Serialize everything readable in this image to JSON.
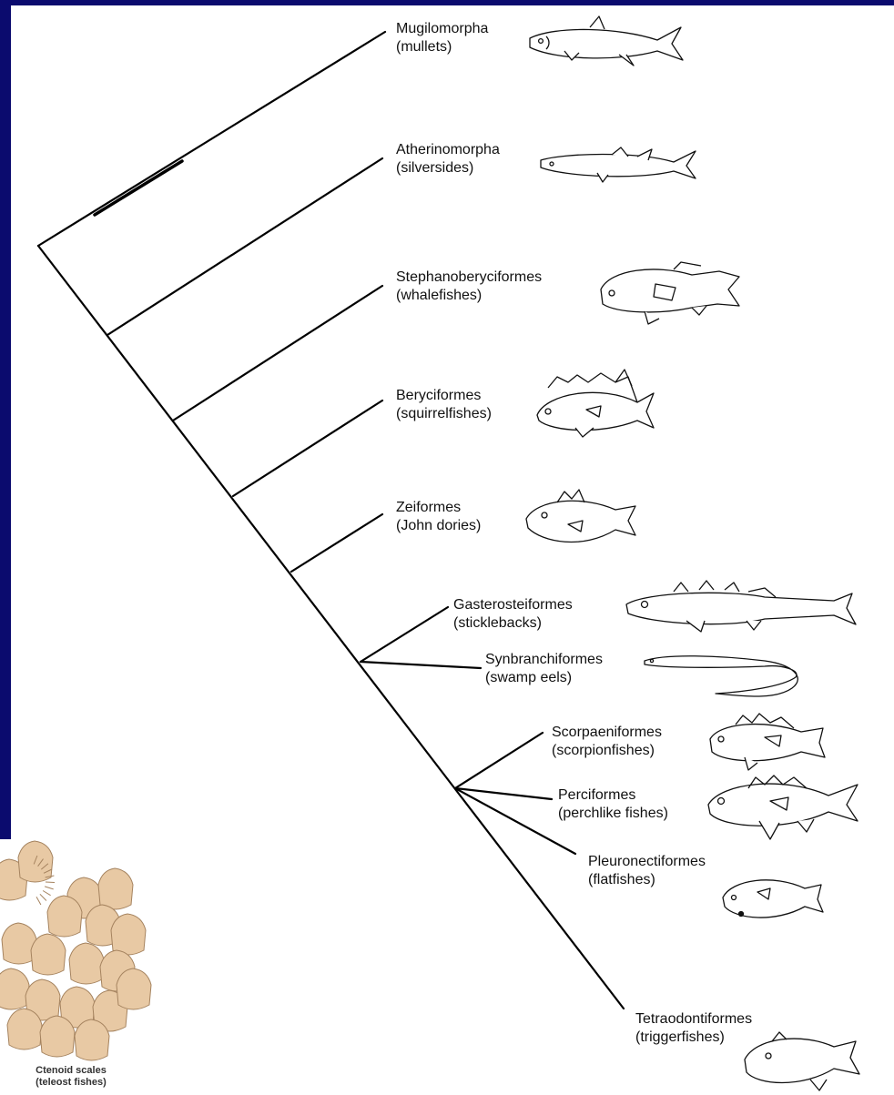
{
  "colors": {
    "frame": "#0b0b6e",
    "line": "#000000",
    "scale_fill": "#e8c9a4",
    "scale_stroke": "#a5835f"
  },
  "taxa": [
    {
      "order": "Mugilomorpha",
      "common": "(mullets)",
      "icon": "mullet-icon"
    },
    {
      "order": "Atherinomorpha",
      "common": "(silversides)",
      "icon": "silverside-icon"
    },
    {
      "order": "Stephanoberyciformes",
      "common": "(whalefishes)",
      "icon": "whalefish-icon"
    },
    {
      "order": "Beryciformes",
      "common": "(squirrelfishes)",
      "icon": "squirrelfish-icon"
    },
    {
      "order": "Zeiformes",
      "common": "(John dories)",
      "icon": "john-dory-icon"
    },
    {
      "order": "Gasterosteiformes",
      "common": "(sticklebacks)",
      "icon": "stickleback-icon"
    },
    {
      "order": "Synbranchiformes",
      "common": "(swamp eels)",
      "icon": "swamp-eel-icon"
    },
    {
      "order": "Scorpaeniformes",
      "common": "(scorpionfishes)",
      "icon": "scorpionfish-icon"
    },
    {
      "order": "Perciformes",
      "common": "(perchlike fishes)",
      "icon": "perch-icon"
    },
    {
      "order": "Pleuronectiformes",
      "common": "(flatfishes)",
      "icon": "flatfish-icon"
    },
    {
      "order": "Tetraodontiformes",
      "common": "(triggerfishes)",
      "icon": "triggerfish-icon"
    }
  ],
  "scales_caption": {
    "line1": "Ctenoid scales",
    "line2": "(teleost fishes)"
  }
}
